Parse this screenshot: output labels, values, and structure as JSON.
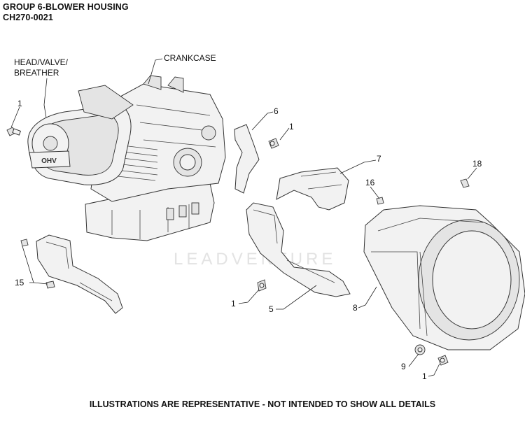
{
  "header": {
    "title": "GROUP 6-BLOWER HOUSING",
    "code": "CH270-0021"
  },
  "callouts": {
    "head_valve_breather": "HEAD/VALVE/\nBREATHER",
    "crankcase": "CRANKCASE",
    "n1a": "1",
    "n1b": "1",
    "n1c": "1",
    "n1d": "1",
    "n5": "5",
    "n6": "6",
    "n7": "7",
    "n8": "8",
    "n9": "9",
    "n15": "15",
    "n16": "16",
    "n18": "18"
  },
  "watermark": "LEADVENTURE",
  "engine_logo": "OHV",
  "footer": "ILLUSTRATIONS ARE REPRESENTATIVE - NOT INTENDED TO SHOW ALL DETAILS"
}
